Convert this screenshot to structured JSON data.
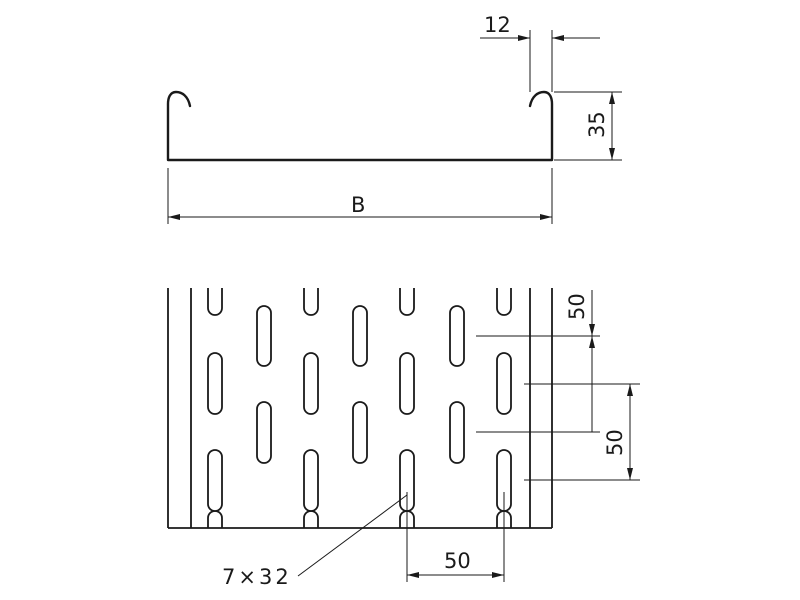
{
  "labels": {
    "hook_width": "12",
    "side_height": "35",
    "width": "B",
    "slot_spacing_top": "50",
    "slot_spacing_right": "50",
    "slot_spacing_bottom": "50",
    "slot_size": "7×32"
  }
}
